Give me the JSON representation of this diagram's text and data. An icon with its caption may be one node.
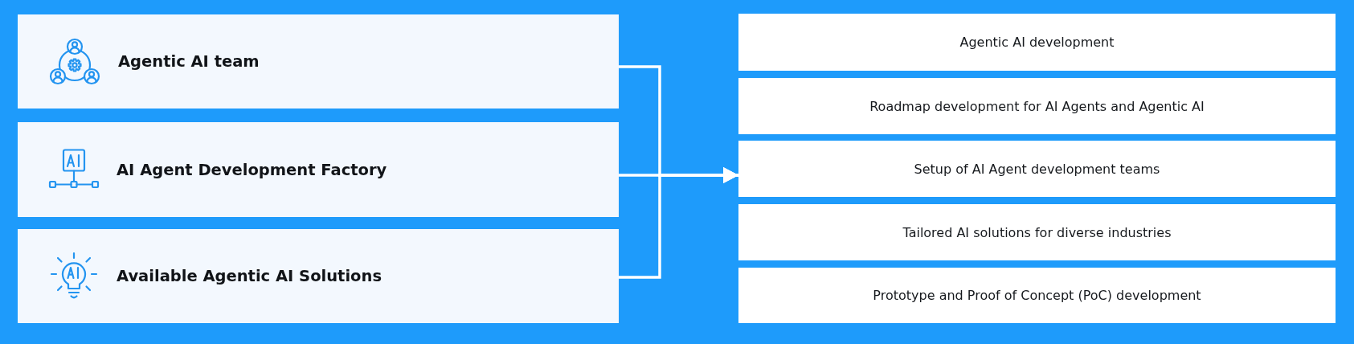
{
  "diagram": {
    "nodes": [
      {
        "text": [
          "Agentic AI team"
        ]
      },
      {
        "text": [
          "AI Agent Development Factory"
        ]
      },
      {
        "text": [
          "Available Agentic AI Solutions"
        ]
      },
      {
        "text": [
          "Agentic AI development"
        ]
      },
      {
        "text": [
          "Roadmap development for AI Agents and Agentic AI"
        ]
      },
      {
        "text": [
          "Setup of AI Agent development teams"
        ]
      },
      {
        "text": [
          "Tailored AI solutions for diverse industries"
        ]
      },
      {
        "text": [
          "Prototype and Proof of Concept (PoC) development"
        ]
      }
    ],
    "edges": [
      {
        "from": 0,
        "to": 5,
        "arrow": "to"
      },
      {
        "from": 1,
        "to": 5,
        "arrow": "to"
      },
      {
        "from": 2,
        "to": 5,
        "arrow": "to"
      }
    ]
  }
}
